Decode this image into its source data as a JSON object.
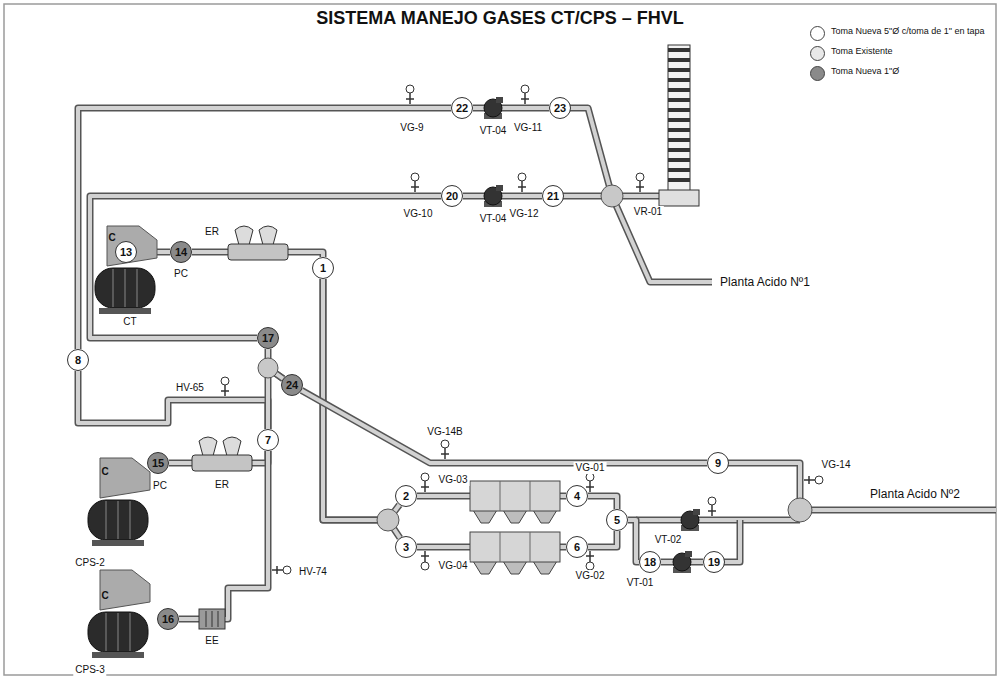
{
  "diagram": {
    "title": "SISTEMA MANEJO GASES CT/CPS – FHVL",
    "nodes": [
      {
        "text": [
          "1"
        ]
      },
      {
        "text": [
          "2"
        ]
      },
      {
        "text": [
          "3"
        ]
      },
      {
        "text": [
          "4"
        ]
      },
      {
        "text": [
          "5"
        ]
      },
      {
        "text": [
          "6"
        ]
      },
      {
        "text": [
          "7"
        ]
      },
      {
        "text": [
          "8"
        ]
      },
      {
        "text": [
          "9"
        ]
      },
      {
        "text": [
          "13"
        ]
      },
      {
        "text": [
          "14"
        ]
      },
      {
        "text": [
          "15"
        ]
      },
      {
        "text": [
          "16"
        ]
      },
      {
        "text": [
          "17"
        ]
      },
      {
        "text": [
          "18"
        ]
      },
      {
        "text": [
          "19"
        ]
      },
      {
        "text": [
          "20"
        ]
      },
      {
        "text": [
          "21"
        ]
      },
      {
        "text": [
          "22"
        ]
      },
      {
        "text": [
          "23"
        ]
      },
      {
        "text": [
          "24"
        ]
      }
    ],
    "edges": [
      {
        "from": 18,
        "to": 19,
        "arrow": "none"
      },
      {
        "from": 16,
        "to": 17,
        "arrow": "none"
      },
      {
        "from": 9,
        "to": 10,
        "arrow": "none"
      },
      {
        "from": 10,
        "to": 0,
        "arrow": "none"
      },
      {
        "from": 0,
        "to": 1,
        "arrow": "none"
      },
      {
        "from": 0,
        "to": 2,
        "arrow": "none"
      },
      {
        "from": 1,
        "to": 3,
        "arrow": "none"
      },
      {
        "from": 2,
        "to": 5,
        "arrow": "none"
      },
      {
        "from": 3,
        "to": 4,
        "arrow": "none"
      },
      {
        "from": 5,
        "to": 4,
        "arrow": "none"
      },
      {
        "from": 4,
        "to": 14,
        "arrow": "none"
      },
      {
        "from": 14,
        "to": 15,
        "arrow": "none"
      },
      {
        "from": 11,
        "to": 6,
        "arrow": "none"
      },
      {
        "from": 12,
        "to": 6,
        "arrow": "none"
      },
      {
        "from": 6,
        "to": 7,
        "arrow": "none"
      },
      {
        "from": 7,
        "to": 18,
        "arrow": "none"
      },
      {
        "from": 13,
        "to": 16,
        "arrow": "none"
      },
      {
        "from": 13,
        "to": 20,
        "arrow": "none"
      },
      {
        "from": 6,
        "to": 20,
        "arrow": "none"
      },
      {
        "from": 20,
        "to": 8,
        "arrow": "none"
      }
    ],
    "labels": [
      "VG-9",
      "VT-04",
      "VG-11",
      "VG-10",
      "VT-04",
      "VG-12",
      "VR-01",
      "Planta Acido Nº1",
      "C",
      "PC",
      "ER",
      "CT",
      "HV-65",
      "C",
      "PC",
      "ER",
      "CPS-2",
      "VG-14B",
      "C",
      "EE",
      "HV-74",
      "CPS-3",
      "VG-03",
      "VG-01",
      "VG-04",
      "VG-02",
      "VT-02",
      "VT-01",
      "VG-14",
      "Planta Acido Nº2"
    ],
    "legend": [
      {
        "text": "Toma Nueva 5\"Ø c/toma de 1\" en tapa",
        "color": "#ffffff"
      },
      {
        "text": "Toma Existente",
        "color": "#e8e8e8"
      },
      {
        "text": "Toma Nueva 1\"Ø",
        "color": "#8a8a8a"
      }
    ]
  }
}
